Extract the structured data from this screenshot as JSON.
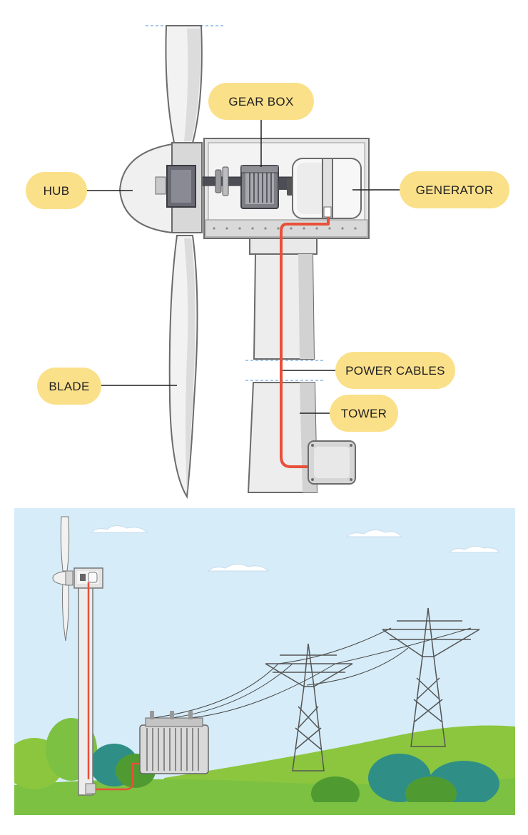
{
  "labels": {
    "gearbox": "GEAR BOX",
    "hub": "HUB",
    "generator": "GENERATOR",
    "power_cables": "POWER CABLES",
    "blade": "BLADE",
    "tower": "TOWER"
  },
  "colors": {
    "label_bg": "#fbe08a",
    "cable": "#e8503a",
    "sky": "#d6ecf8",
    "grass_light": "#7cc142",
    "grass_dark": "#4f9b32",
    "bush_teal": "#2f8f86",
    "metal": "#d8d8d8",
    "outline": "#6b6b6b"
  }
}
